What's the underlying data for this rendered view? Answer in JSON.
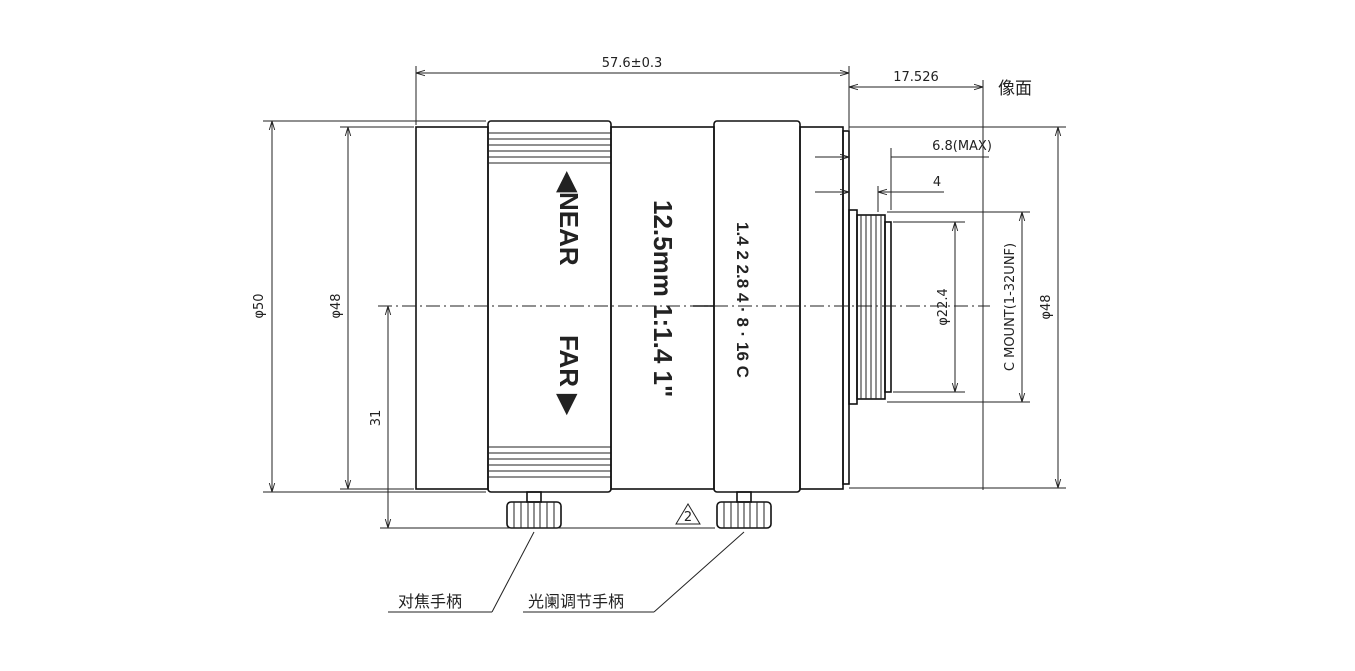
{
  "dimensions": {
    "overall_length": "57.6±0.3",
    "flange_back": "17.526",
    "image_plane": "像面",
    "protrusion_max": "6.8(MAX)",
    "thread_length": "4",
    "outer_diameter": "φ50",
    "body_diameter_left": "φ48",
    "body_diameter_right": "φ48",
    "mount_inner_diameter": "φ22.4",
    "mount_thread": "C MOUNT(1-32UNF)",
    "knob_height": "31"
  },
  "lens_markings": {
    "near": "◀NEAR",
    "far": "FAR ▶",
    "focal": "12.5mm 1:1.4 1\"",
    "aperture_scale": "1.4 2 2.8 4 · 8 · 16 C"
  },
  "revision_mark": "2",
  "callouts": {
    "focus_handle": "对焦手柄",
    "iris_handle": "光阑调节手柄"
  }
}
